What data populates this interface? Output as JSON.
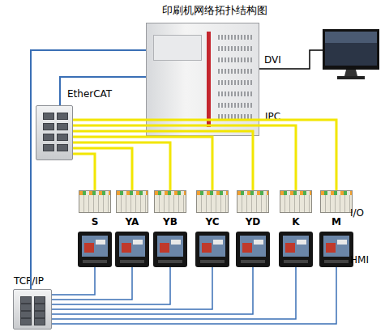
{
  "diagram": {
    "title": "印刷机网络拓扑结构图",
    "nodes": [
      {
        "text": [
          "IPC"
        ]
      },
      {
        "text": [
          "EtherCAT"
        ]
      },
      {
        "text": [
          "TCP/IP"
        ]
      },
      {
        "text": [
          "S"
        ]
      },
      {
        "text": [
          "YA"
        ]
      },
      {
        "text": [
          "YB"
        ]
      },
      {
        "text": [
          "YC"
        ]
      },
      {
        "text": [
          "YD"
        ]
      },
      {
        "text": [
          "K"
        ]
      },
      {
        "text": [
          "M"
        ]
      }
    ],
    "edges": [
      {
        "from": 1,
        "to": 0,
        "arrow": "none"
      },
      {
        "from": 2,
        "to": 0,
        "arrow": "none"
      },
      {
        "from": 1,
        "to": 3,
        "arrow": "none"
      },
      {
        "from": 1,
        "to": 4,
        "arrow": "none"
      },
      {
        "from": 1,
        "to": 5,
        "arrow": "none"
      },
      {
        "from": 1,
        "to": 6,
        "arrow": "none"
      },
      {
        "from": 1,
        "to": 7,
        "arrow": "none"
      },
      {
        "from": 1,
        "to": 8,
        "arrow": "none"
      },
      {
        "from": 1,
        "to": 9,
        "arrow": "none"
      }
    ],
    "labels": [
      "DVI",
      "I/O",
      "HMI"
    ]
  }
}
